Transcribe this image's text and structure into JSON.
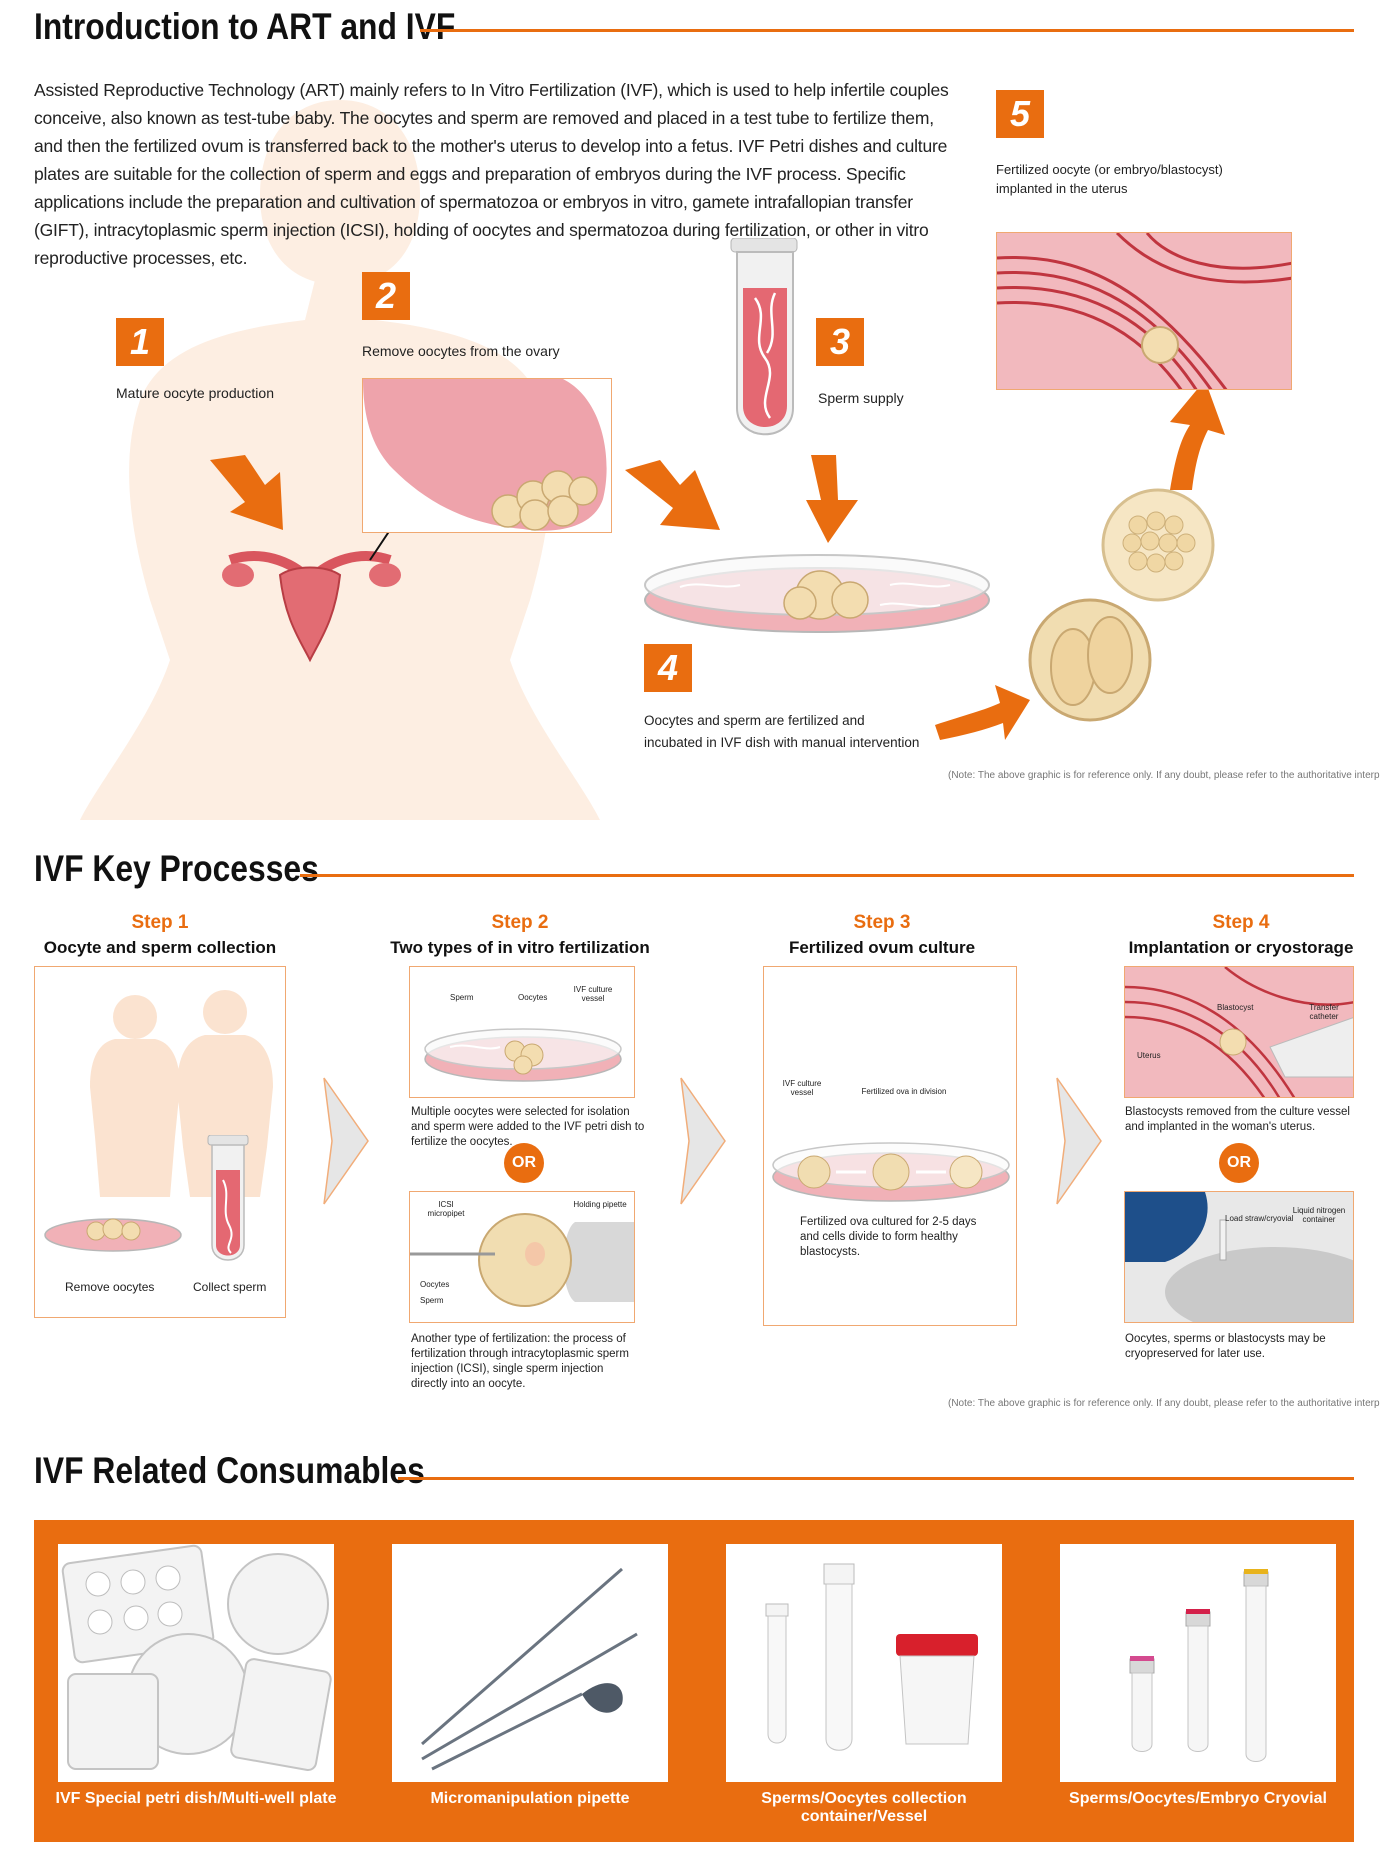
{
  "colors": {
    "accent": "#e96d10",
    "tissue": "#e89aa4",
    "cream": "#f1d9a8"
  },
  "intro": {
    "title": "Introduction to ART and IVF",
    "paragraph": "Assisted Reproductive Technology (ART) mainly refers to In Vitro Fertilization (IVF), which is used to help infertile couples conceive, also known as test-tube baby. The oocytes and sperm are removed and placed in a test tube to fertilize them, and then the fertilized ovum is transferred back to the mother's uterus to develop into a fetus. IVF Petri dishes and culture plates are suitable for the collection of sperm and eggs and preparation of embryos during the IVF process. Specific applications include the preparation and cultivation of spermatozoa or embryos in vitro, gamete intrafallopian transfer (GIFT), intracytoplasmic sperm injection (ICSI), holding of oocytes and spermatozoa during fertilization, or other in vitro reproductive processes, etc.",
    "steps": [
      {
        "num": "1",
        "label": "Mature oocyte production"
      },
      {
        "num": "2",
        "label": "Remove oocytes from the ovary"
      },
      {
        "num": "3",
        "label": "Sperm supply"
      },
      {
        "num": "4",
        "label": "Oocytes and sperm are fertilized and incubated in IVF dish with manual intervention"
      },
      {
        "num": "5",
        "label": "Fertilized oocyte (or embryo/blastocyst) implanted in the uterus"
      }
    ],
    "note": "(Note: The above graphic is for reference only. If any doubt, please refer to the authoritative interpretation.)"
  },
  "processes": {
    "title": "IVF Key Processes",
    "steps": [
      {
        "step": "Step 1",
        "name": "Oocyte and sperm collection",
        "remove": "Remove oocytes",
        "collect": "Collect sperm"
      },
      {
        "step": "Step 2",
        "name": "Two types of in vitro fertilization",
        "sperm": "Sperm",
        "oocytes": "Oocytes",
        "vessel": "IVF culture vessel",
        "desc1": "Multiple oocytes were selected for isolation and sperm were added to the IVF petri dish to fertilize the oocytes.",
        "icsi": "ICSI micropipet",
        "holding": "Holding pipette",
        "oocytes2": "Oocytes",
        "sperm2": "Sperm",
        "desc2": "Another type of fertilization: the process of fertilization through intracytoplasmic sperm injection (ICSI), single sperm injection directly into an oocyte."
      },
      {
        "step": "Step 3",
        "name": "Fertilized ovum culture",
        "vessel": "IVF culture vessel",
        "division": "Fertilized ova in division",
        "desc": "Fertilized ova cultured for 2-5 days and cells divide to form healthy blastocysts."
      },
      {
        "step": "Step 4",
        "name": "Implantation or cryostorage",
        "blastocyst": "Blastocyst",
        "catheter": "Transfer catheter",
        "uterus": "Uterus",
        "desc1": "Blastocysts removed from the culture vessel and implanted in the woman's uterus.",
        "straw": "Load straw/cryovial",
        "nitrogen": "Liquid nitrogen container",
        "desc2": "Oocytes, sperms or blastocysts may be cryopreserved for later use."
      }
    ],
    "or": "OR",
    "note": "(Note: The above graphic is for reference only. If any doubt, please refer to the authoritative interpretation.)"
  },
  "consumables": {
    "title": "IVF Related Consumables",
    "items": [
      {
        "label": "IVF Special petri dish/Multi-well plate"
      },
      {
        "label": "Micromanipulation pipette"
      },
      {
        "label": "Sperms/Oocytes collection container/Vessel"
      },
      {
        "label": "Sperms/Oocytes/Embryo Cryovial"
      }
    ]
  }
}
